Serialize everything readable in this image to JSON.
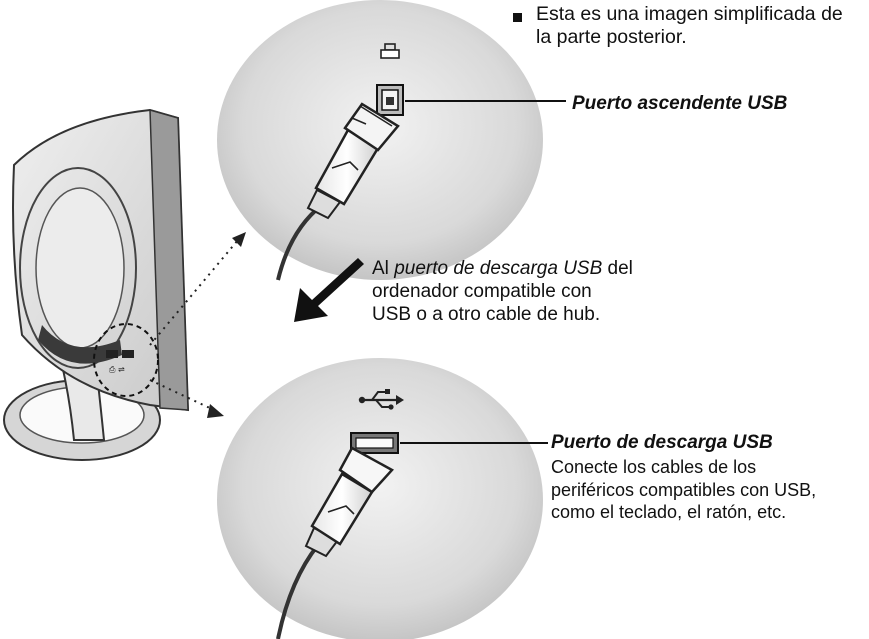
{
  "note": {
    "line1": "Esta es una imagen simplificada de",
    "line2": "la parte posterior."
  },
  "upstream_port": {
    "label": "Puerto ascendente USB"
  },
  "direction": {
    "prefix": "Al",
    "italic": "puerto de descarga USB",
    "suffix": "del",
    "line2": "ordenador compatible con",
    "line3": "USB o a otro cable de hub."
  },
  "downstream_port": {
    "label": "Puerto de descarga USB",
    "desc_line1": "Conecte los cables de los",
    "desc_line2": "periféricos compatibles con USB,",
    "desc_line3": "como el teclado, el ratón, etc."
  },
  "icons": [
    "monitor-back-icon",
    "usb-b-port-icon",
    "usb-a-port-icon",
    "usb-symbol-icon",
    "usb-b-plug-icon",
    "usb-a-plug-icon",
    "printer-symbol-icon",
    "connect-arrow-icon"
  ]
}
